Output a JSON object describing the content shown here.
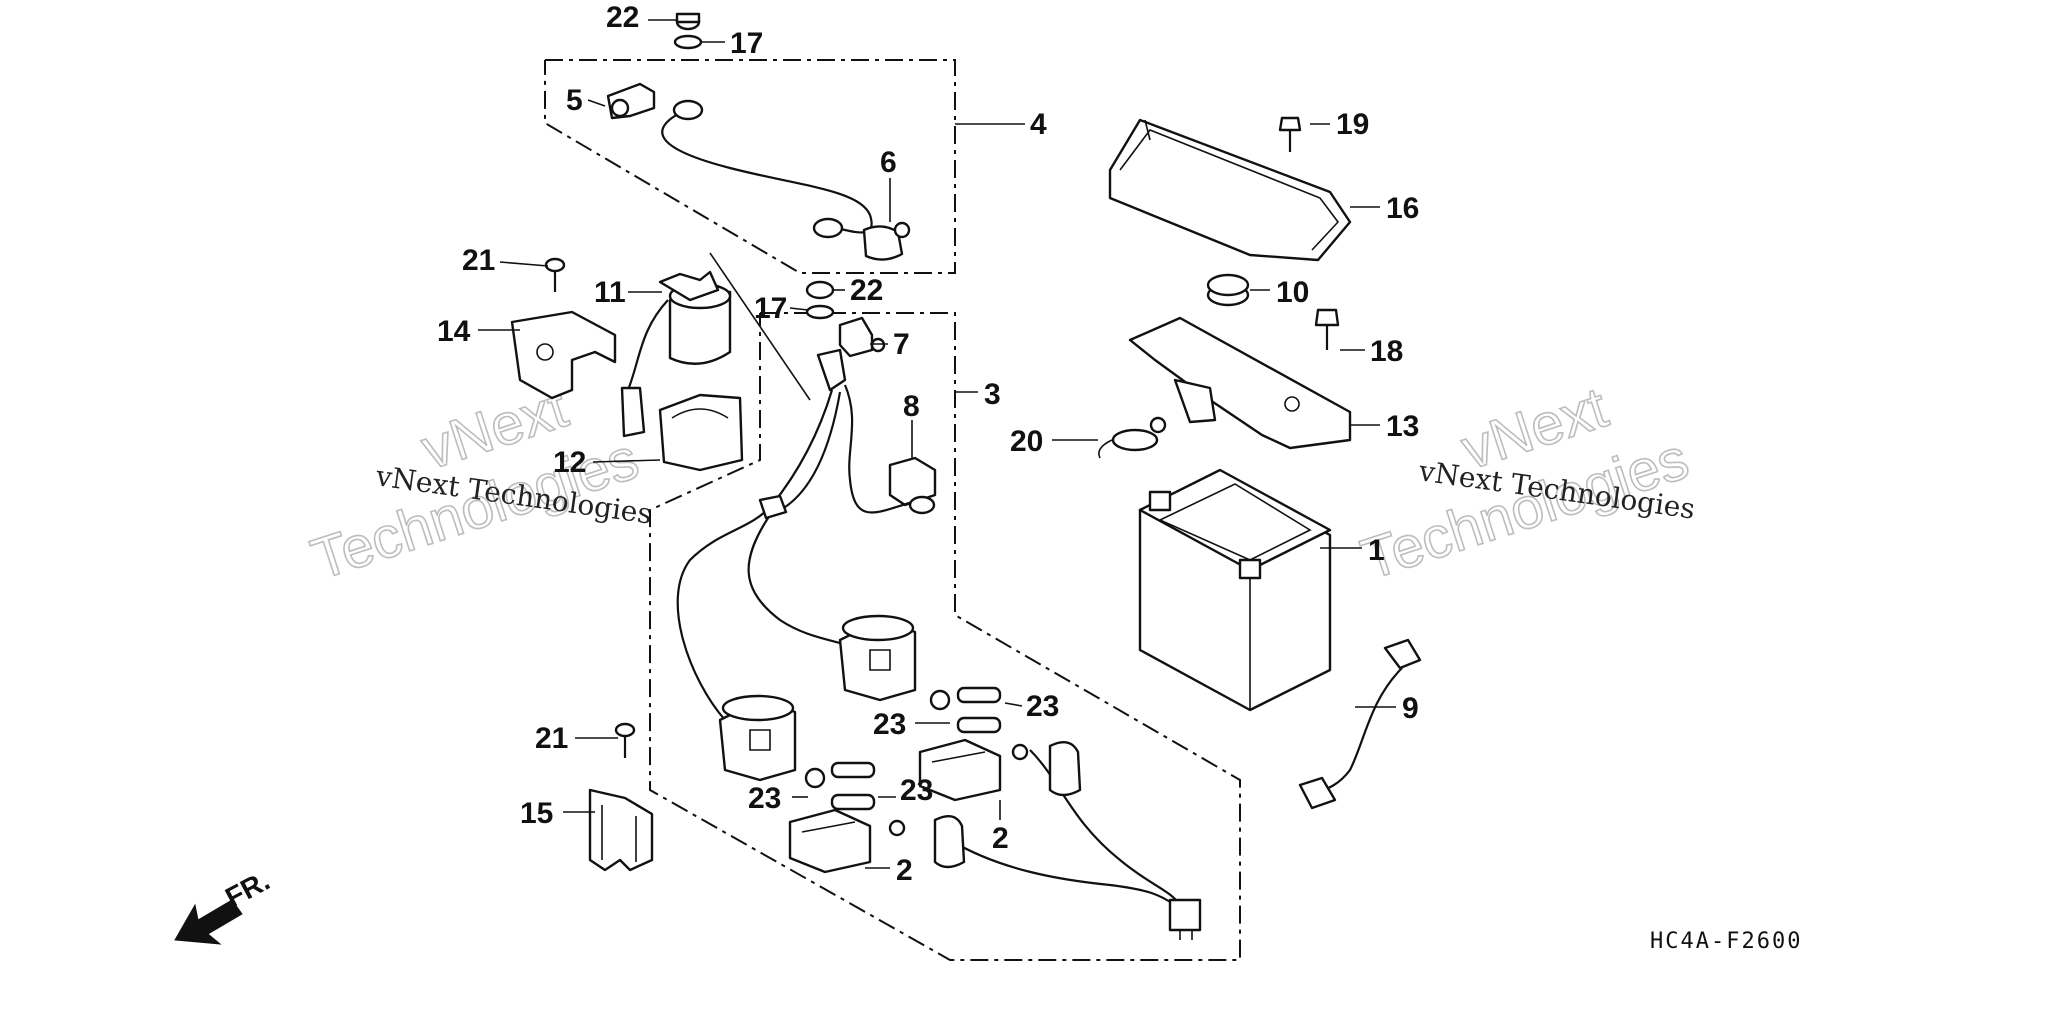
{
  "diagram": {
    "code": "HC4A-F2600",
    "front_label": "FR.",
    "watermark_small": "vNext Technologies",
    "watermark_big_line1": "vNext",
    "watermark_big_line2": "Technologies",
    "callouts": {
      "c1": "1",
      "c2a": "2",
      "c2b": "2",
      "c3": "3",
      "c4": "4",
      "c5": "5",
      "c6": "6",
      "c7": "7",
      "c8": "8",
      "c9": "9",
      "c10": "10",
      "c11": "11",
      "c12": "12",
      "c13": "13",
      "c14": "14",
      "c15": "15",
      "c16": "16",
      "c17a": "17",
      "c17b": "17",
      "c18": "18",
      "c19": "19",
      "c20": "20",
      "c21a": "21",
      "c21b": "21",
      "c22a": "22",
      "c22b": "22",
      "c23a": "23",
      "c23b": "23",
      "c23c": "23",
      "c23d": "23"
    }
  }
}
